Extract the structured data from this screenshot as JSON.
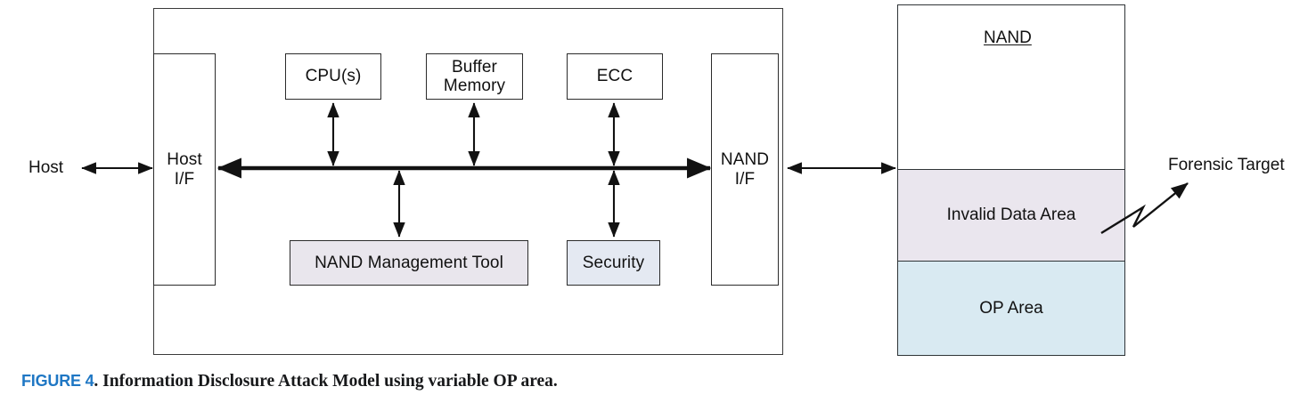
{
  "figure": {
    "caption_prefix": "FIGURE 4",
    "caption_text": ". Information Disclosure Attack Model using variable OP area.",
    "caption_accent_color": "#1f77c4"
  },
  "diagram": {
    "external_labels": {
      "host": "Host",
      "forensic_target": "Forensic Target"
    },
    "controller": {
      "host_if": "Host\nI/F",
      "nand_if": "NAND\nI/F",
      "blocks": [
        {
          "id": "cpu",
          "label": "CPU(s)",
          "fill": "#ffffff"
        },
        {
          "id": "buffer-memory",
          "label": "Buffer\nMemory",
          "fill": "#ffffff"
        },
        {
          "id": "ecc",
          "label": "ECC",
          "fill": "#ffffff"
        },
        {
          "id": "nand-management-tool",
          "label": "NAND Management Tool",
          "fill": "#e9e6ed"
        },
        {
          "id": "security",
          "label": "Security",
          "fill": "#e4e9f2"
        }
      ]
    },
    "nand": {
      "title": "NAND",
      "regions": [
        {
          "id": "free-area",
          "label": "",
          "fill": "#ffffff"
        },
        {
          "id": "invalid-data-area",
          "label": "Invalid Data Area",
          "fill": "#eae6ee"
        },
        {
          "id": "op-area",
          "label": "OP Area",
          "fill": "#d9eaf2"
        }
      ]
    },
    "colors": {
      "line": "#121212",
      "border": "#2f3437",
      "invalid_data_area": "#eae6ee",
      "op_area": "#d9eaf2",
      "nand_management_tool": "#e9e6ed",
      "security": "#e4e9f2"
    }
  }
}
